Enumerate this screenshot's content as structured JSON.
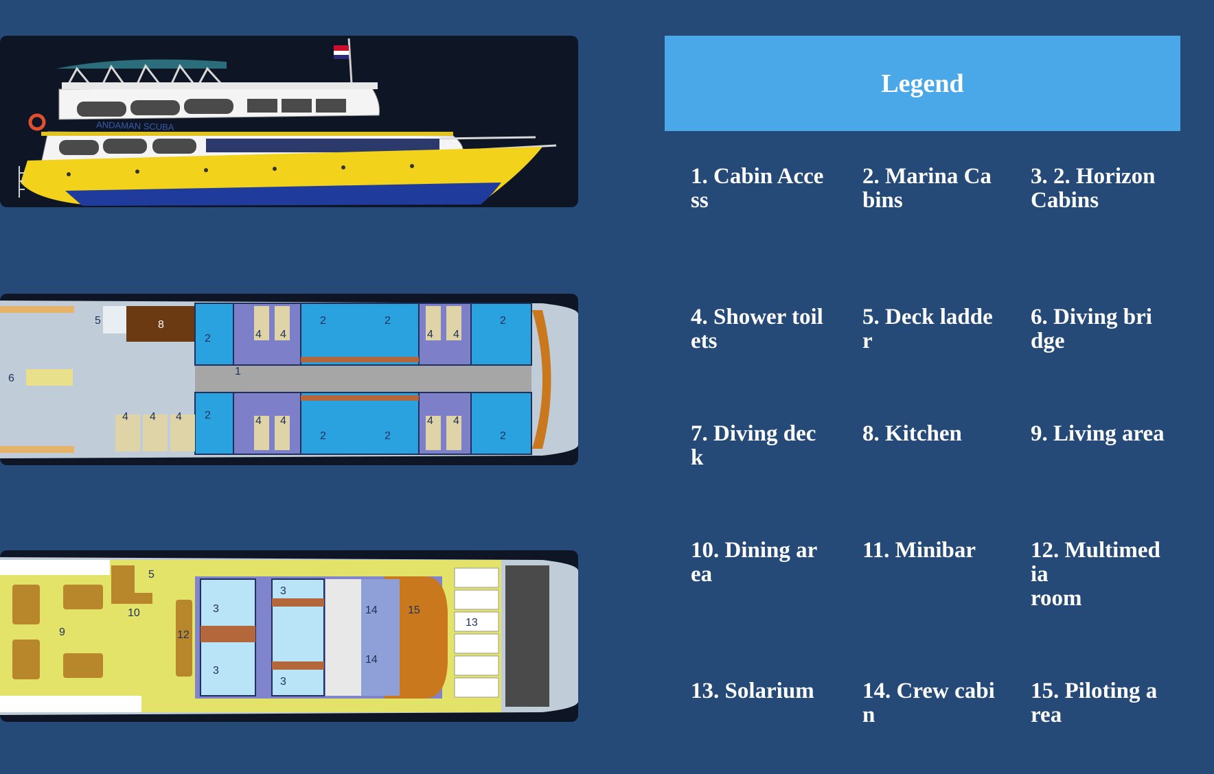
{
  "legend": {
    "title": "Legend",
    "items": [
      {
        "label": "1. Cabin Access"
      },
      {
        "label": "2. Marina Cabins"
      },
      {
        "label": "3. 2. Horizon\nCabins"
      },
      {
        "label": "4. Shower toilets"
      },
      {
        "label": "5. Deck ladder"
      },
      {
        "label": "6. Diving bridge"
      },
      {
        "label": "7. Diving deck"
      },
      {
        "label": "8. Kitchen"
      },
      {
        "label": "9. Living area"
      },
      {
        "label": "10. Dining area"
      },
      {
        "label": "11. Minibar"
      },
      {
        "label": "12. Multimedia\nroom"
      },
      {
        "label": "13. Solarium"
      },
      {
        "label": "14. Crew cabin"
      },
      {
        "label": "15. Piloting area"
      }
    ]
  },
  "boat": {
    "hull_name": "ANDAMAN SCUBA",
    "colors": {
      "hull": "#f2d21a",
      "keel": "#1f3b9c",
      "cabin": "#1ea2e4",
      "deck": "#e3e36a"
    }
  },
  "lower_deck": {
    "labels": [
      "1",
      "2",
      "2",
      "2",
      "2",
      "2",
      "2",
      "2",
      "2",
      "4",
      "4",
      "4",
      "4",
      "4",
      "4",
      "4",
      "4",
      "4",
      "4",
      "4",
      "5",
      "6",
      "8"
    ]
  },
  "upper_deck": {
    "labels": [
      "3",
      "3",
      "3",
      "3",
      "5",
      "9",
      "10",
      "12",
      "13",
      "14",
      "14",
      "15"
    ]
  }
}
